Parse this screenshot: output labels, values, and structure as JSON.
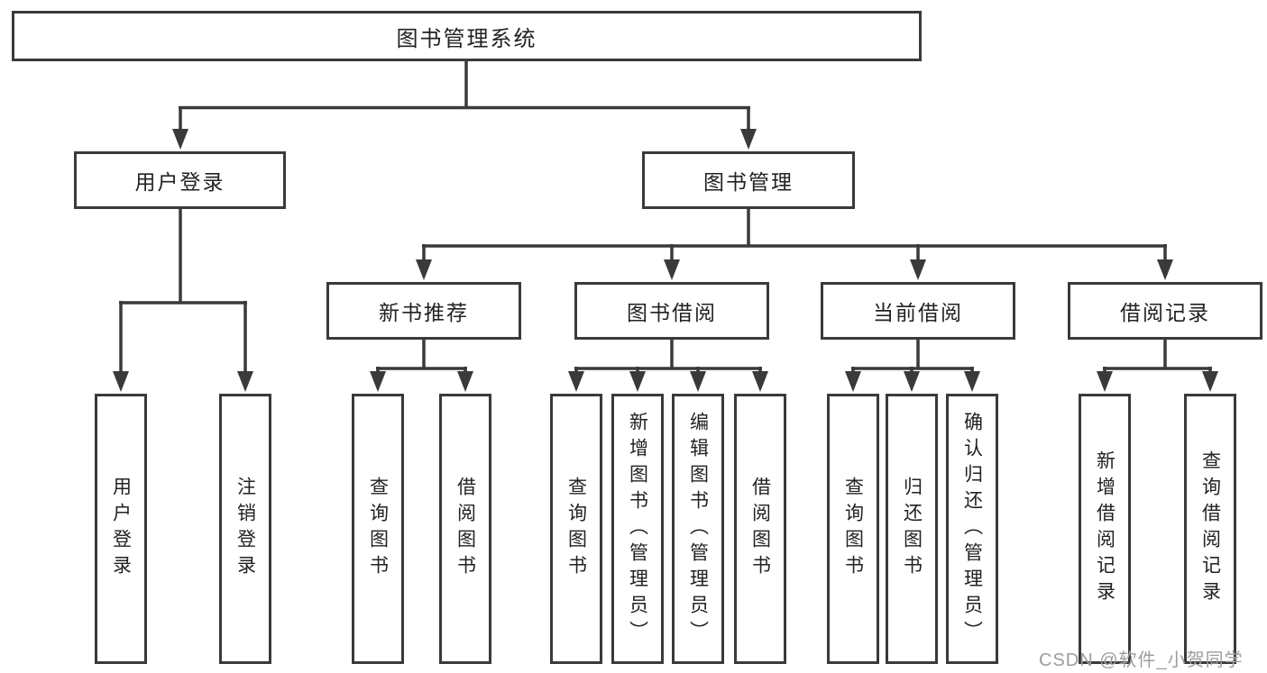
{
  "tree": {
    "label": "图书管理系统",
    "children": [
      {
        "label": "用户登录",
        "children": [
          {
            "label": "用户登录"
          },
          {
            "label": "注销登录"
          }
        ]
      },
      {
        "label": "图书管理",
        "children": [
          {
            "label": "新书推荐",
            "children": [
              {
                "label": "查询图书"
              },
              {
                "label": "借阅图书"
              }
            ]
          },
          {
            "label": "图书借阅",
            "children": [
              {
                "label": "查询图书"
              },
              {
                "label": "新增图书（管理员）"
              },
              {
                "label": "编辑图书（管理员）"
              },
              {
                "label": "借阅图书"
              }
            ]
          },
          {
            "label": "当前借阅",
            "children": [
              {
                "label": "查询图书"
              },
              {
                "label": "归还图书"
              },
              {
                "label": "确认归还（管理员）"
              }
            ]
          },
          {
            "label": "借阅记录",
            "children": [
              {
                "label": "新增借阅记录"
              },
              {
                "label": "查询借阅记录"
              }
            ]
          }
        ]
      }
    ]
  },
  "watermark": "CSDN @软件_小贺同学",
  "colors": {
    "line": "#3a3a3a",
    "text": "#222222",
    "watermark": "#9d9d9d",
    "background": "#ffffff"
  }
}
